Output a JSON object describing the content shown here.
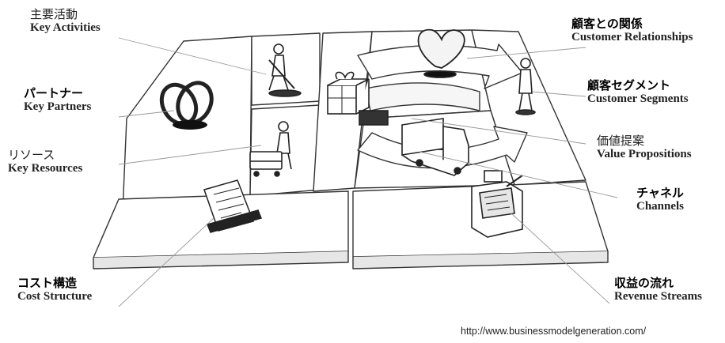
{
  "labels": {
    "key_activities": {
      "jp": "主要活動",
      "en": "Key Activities"
    },
    "key_partners": {
      "jp": "パートナー",
      "en": "Key Partners"
    },
    "key_resources": {
      "jp": "リソース",
      "en": "Key Resources"
    },
    "cost_structure": {
      "jp": "コスト構造",
      "en": "Cost Structure"
    },
    "customer_relationships": {
      "jp": "顧客との関係",
      "en": "Customer Relationships"
    },
    "customer_segments": {
      "jp": "顧客セグメント",
      "en": "Customer Segments"
    },
    "value_propositions": {
      "jp": "価値提案",
      "en": "Value Propositions"
    },
    "channels": {
      "jp": "チャネル",
      "en": "Channels"
    },
    "revenue_streams": {
      "jp": "収益の流れ",
      "en": "Revenue Streams"
    }
  },
  "source_url": "http://www.businessmodelgeneration.com/",
  "colors": {
    "line": "#333333",
    "fill": "#ffffff",
    "shade": "#e6e6e6",
    "heart": "#f4f4f4"
  },
  "icons": [
    "linked-rings-icon",
    "worker-digging-icon",
    "worker-with-cart-icon",
    "document-icon",
    "heart-icon",
    "person-icon",
    "gift-box-icon",
    "truck-icon",
    "cash-register-icon"
  ]
}
